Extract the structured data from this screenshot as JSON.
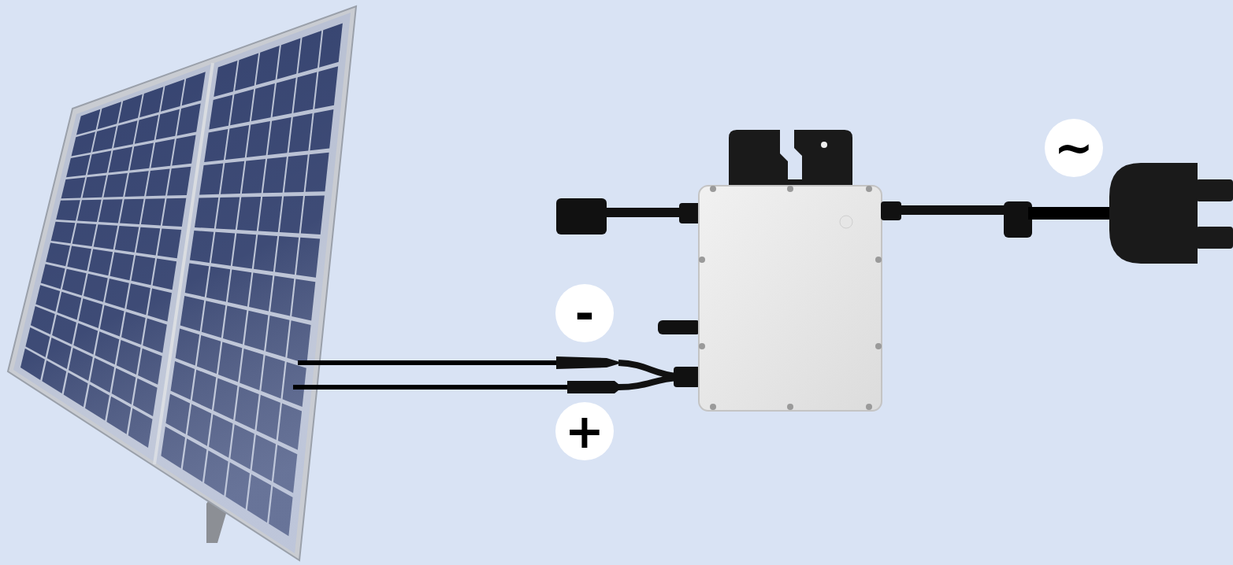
{
  "diagram": {
    "nodes": [
      {
        "text": [
          "-"
        ]
      },
      {
        "text": [
          "+"
        ]
      },
      {
        "text": [
          "~"
        ]
      }
    ]
  }
}
